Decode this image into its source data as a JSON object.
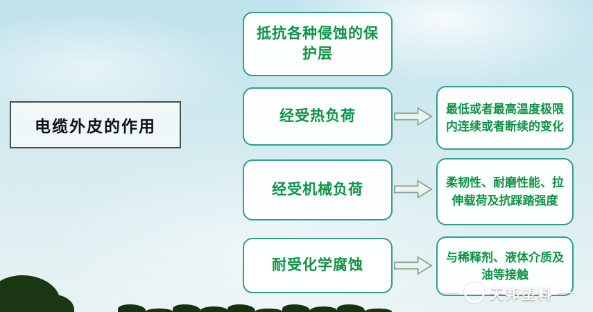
{
  "title": {
    "label": "电缆外皮的作用"
  },
  "nodes": [
    {
      "label": "抵抗各种侵蚀的保护层",
      "detail": ""
    },
    {
      "label": "经受热负荷",
      "detail": "最低或者最高温度极限内连续或者断续的变化"
    },
    {
      "label": "经受机械负荷",
      "detail": "柔韧性、耐磨性能、拉伸载荷及抗踩踏强度"
    },
    {
      "label": "耐受化学腐蚀",
      "detail": "与稀释剂、液体介质及油等接触"
    }
  ],
  "watermark": {
    "label": "天邦塑料"
  },
  "colors": {
    "node_border": "#2e9e8e",
    "node_text": "#0f9347",
    "title_text": "#111111",
    "sky": "#cfe9ef",
    "trees": "#1a3612"
  }
}
